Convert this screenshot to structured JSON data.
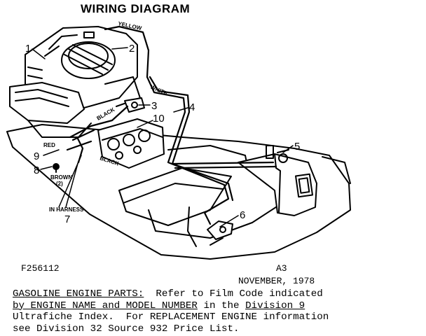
{
  "title": "WIRING DIAGRAM",
  "callouts": {
    "c1": "1",
    "c2": "2",
    "c3": "3",
    "c4": "4",
    "c5": "5",
    "c6": "6",
    "c7": "7",
    "c8": "8",
    "c9": "9",
    "c10": "10"
  },
  "wire_labels": {
    "yellow": "YELLOW",
    "white": "WHITE",
    "black_top": "BLACK",
    "black_bottom": "BLACK",
    "red": "RED",
    "brown": "BROWN",
    "brown_count": "(2)",
    "in_harness": "IN HARNESS"
  },
  "figure_code": "F256112",
  "page_ref": "A3",
  "date": "NOVEMBER, 1978",
  "note": {
    "l1_u": "GASOLINE ENGINE PARTS:",
    "l1_rest": "  Refer to Film Code indicated",
    "l2_u1": "by ENGINE NAME and MODEL NUMBER",
    "l2_mid": " in the ",
    "l2_u2": "Division 9",
    "l3": "Ultrafiche Index.  For REPLACEMENT ENGINE information",
    "l4": "see Division 32 Source 932 Price List."
  }
}
